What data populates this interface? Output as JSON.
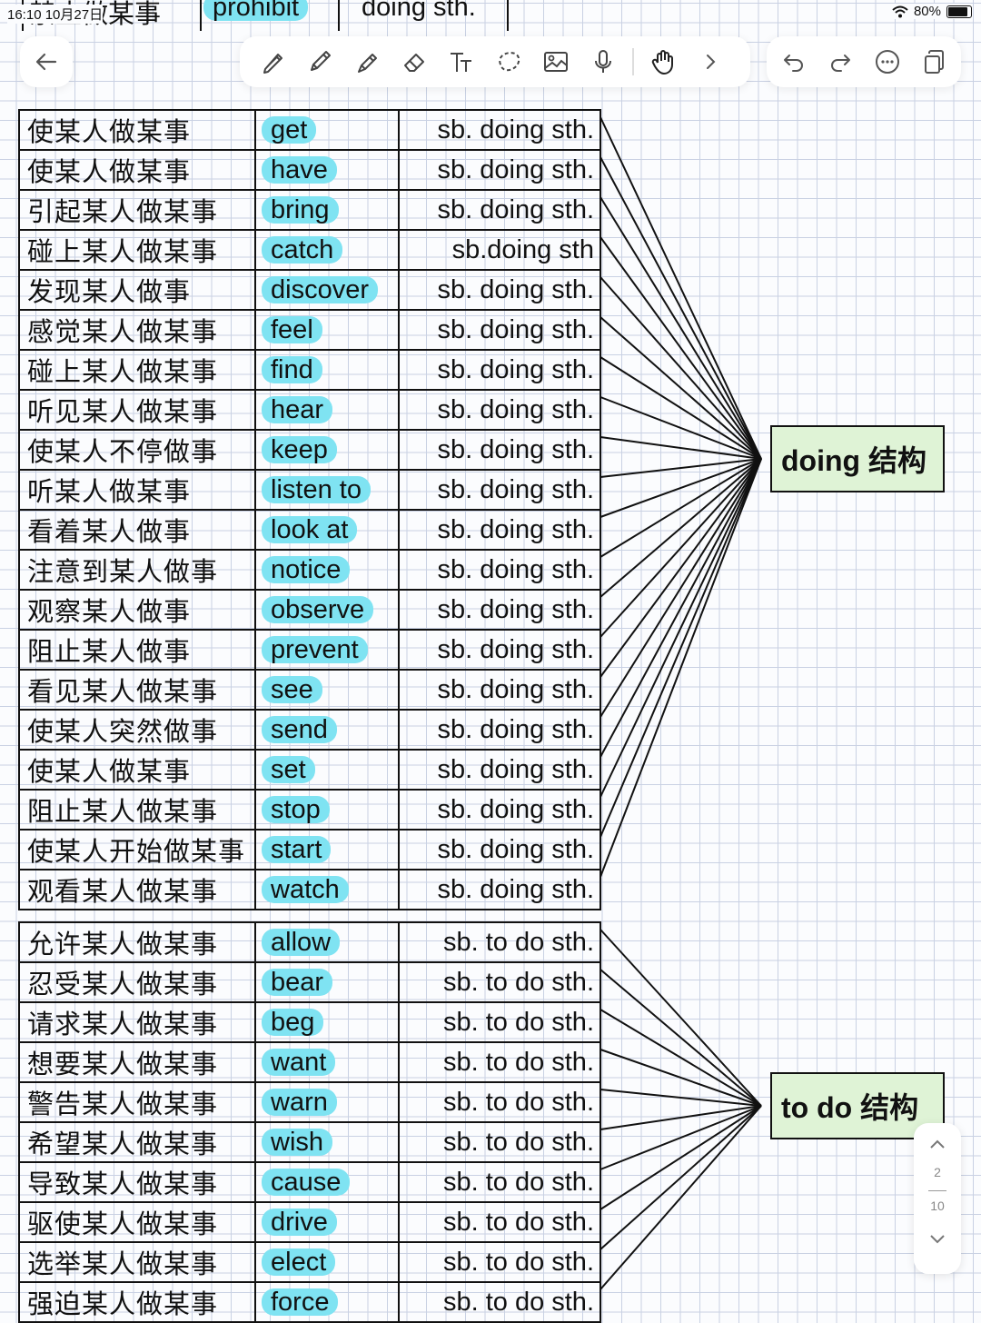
{
  "status_bar": {
    "time": "16:10",
    "date": "10月27日",
    "battery": "80%",
    "battery_level": 0.8
  },
  "prev_row": {
    "cn": "禁止做某事",
    "en": "prohibit",
    "pattern": "doing sth."
  },
  "toolbar": {
    "back_icon": "arrow-left-icon",
    "tools": [
      "pen-icon",
      "pencil-icon",
      "marker-icon",
      "eraser-icon",
      "text-icon",
      "lasso-icon",
      "image-icon",
      "mic-icon",
      "hand-icon",
      "chevron-right-icon"
    ],
    "actions": [
      "undo-icon",
      "redo-icon",
      "more-icon",
      "pages-icon"
    ]
  },
  "doing_table": {
    "label": "doing 结构",
    "rows": [
      {
        "cn": "使某人做某事",
        "en": "get",
        "pattern": "sb. doing sth."
      },
      {
        "cn": "使某人做某事",
        "en": "have",
        "pattern": "sb. doing sth."
      },
      {
        "cn": "引起某人做某事",
        "en": "bring",
        "pattern": "sb. doing sth."
      },
      {
        "cn": "碰上某人做某事",
        "en": "catch",
        "pattern": "sb.doing sth"
      },
      {
        "cn": "发现某人做事",
        "en": "discover",
        "pattern": "sb. doing sth."
      },
      {
        "cn": "感觉某人做某事",
        "en": "feel",
        "pattern": "sb. doing sth."
      },
      {
        "cn": "碰上某人做某事",
        "en": "find",
        "pattern": "sb. doing sth."
      },
      {
        "cn": "听见某人做某事",
        "en": "hear",
        "pattern": "sb. doing sth."
      },
      {
        "cn": "使某人不停做事",
        "en": "keep",
        "pattern": "sb. doing sth."
      },
      {
        "cn": "听某人做某事",
        "en": "listen to",
        "pattern": "sb. doing sth."
      },
      {
        "cn": "看着某人做事",
        "en": "look at",
        "pattern": "sb. doing sth."
      },
      {
        "cn": "注意到某人做事",
        "en": "notice",
        "pattern": "sb. doing sth."
      },
      {
        "cn": "观察某人做事",
        "en": "observe",
        "pattern": "sb. doing sth."
      },
      {
        "cn": "阻止某人做事",
        "en": "prevent",
        "pattern": "sb. doing sth."
      },
      {
        "cn": "看见某人做某事",
        "en": "see",
        "pattern": "sb. doing sth."
      },
      {
        "cn": "使某人突然做事",
        "en": "send",
        "pattern": "sb. doing sth."
      },
      {
        "cn": "使某人做某事",
        "en": "set",
        "pattern": "sb. doing sth."
      },
      {
        "cn": "阻止某人做某事",
        "en": "stop",
        "pattern": "sb. doing sth."
      },
      {
        "cn": "使某人开始做某事",
        "en": "start",
        "pattern": "sb. doing sth."
      },
      {
        "cn": "观看某人做某事",
        "en": "watch",
        "pattern": "sb. doing sth."
      }
    ]
  },
  "todo_table": {
    "label": "to do 结构",
    "rows": [
      {
        "cn": "允许某人做某事",
        "en": "allow",
        "pattern": "sb. to do sth."
      },
      {
        "cn": "忍受某人做某事",
        "en": "bear",
        "pattern": "sb. to do sth."
      },
      {
        "cn": "请求某人做某事",
        "en": "beg",
        "pattern": "sb. to do sth."
      },
      {
        "cn": "想要某人做某事",
        "en": "want",
        "pattern": "sb. to do sth."
      },
      {
        "cn": "警告某人做某事",
        "en": "warn",
        "pattern": "sb. to do sth."
      },
      {
        "cn": "希望某人做某事",
        "en": "wish",
        "pattern": "sb. to do sth."
      },
      {
        "cn": "导致某人做某事",
        "en": "cause",
        "pattern": "sb. to do sth."
      },
      {
        "cn": "驱使某人做某事",
        "en": "drive",
        "pattern": "sb. to do sth."
      },
      {
        "cn": "选举某人做某事",
        "en": "elect",
        "pattern": "sb. to do sth."
      },
      {
        "cn": "强迫某人做某事",
        "en": "force",
        "pattern": "sb. to do sth."
      }
    ]
  },
  "pager": {
    "current": "2",
    "total": "10"
  },
  "colors": {
    "highlight": "#7fe3f2",
    "label_bg": "#dff3d6",
    "grid": "#c9d1e3"
  }
}
